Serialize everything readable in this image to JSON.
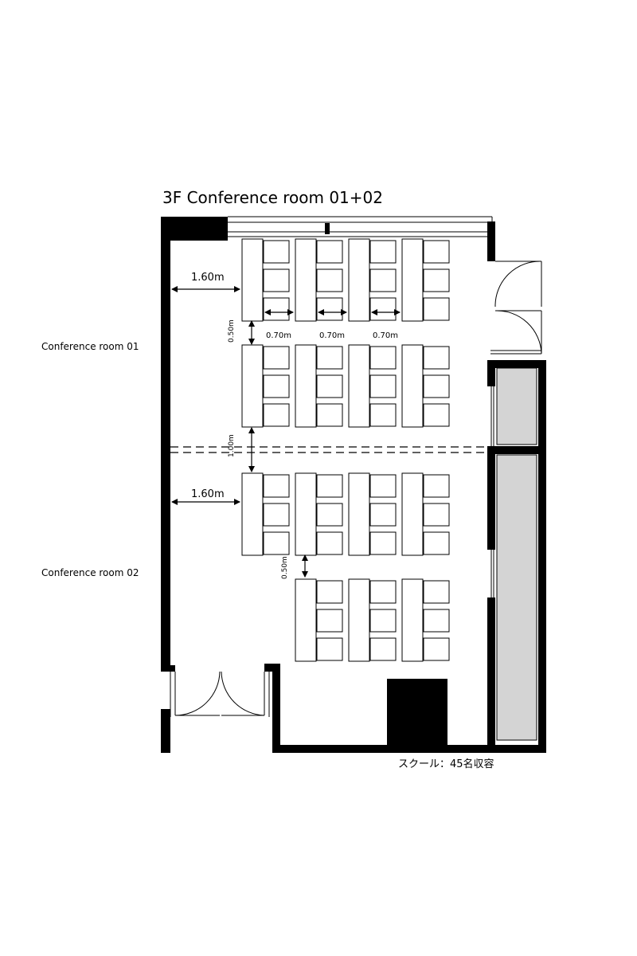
{
  "title": "3F  Conference room 01+02",
  "rooms": {
    "room01": "Conference room 01",
    "room02": "Conference room 02"
  },
  "dimensions": {
    "aisle_left_1": "1.60m",
    "aisle_left_2": "1.60m",
    "row_gap_1": "0.50m",
    "row_gap_2": "0.50m",
    "room_gap": "1.00m",
    "seat_gap_1": "0.70m",
    "seat_gap_2": "0.70m",
    "seat_gap_3": "0.70m"
  },
  "capacity": "スクール：45名収容",
  "colors": {
    "wall": "#000000",
    "panel": "#d4d4d4",
    "line": "#000000"
  }
}
